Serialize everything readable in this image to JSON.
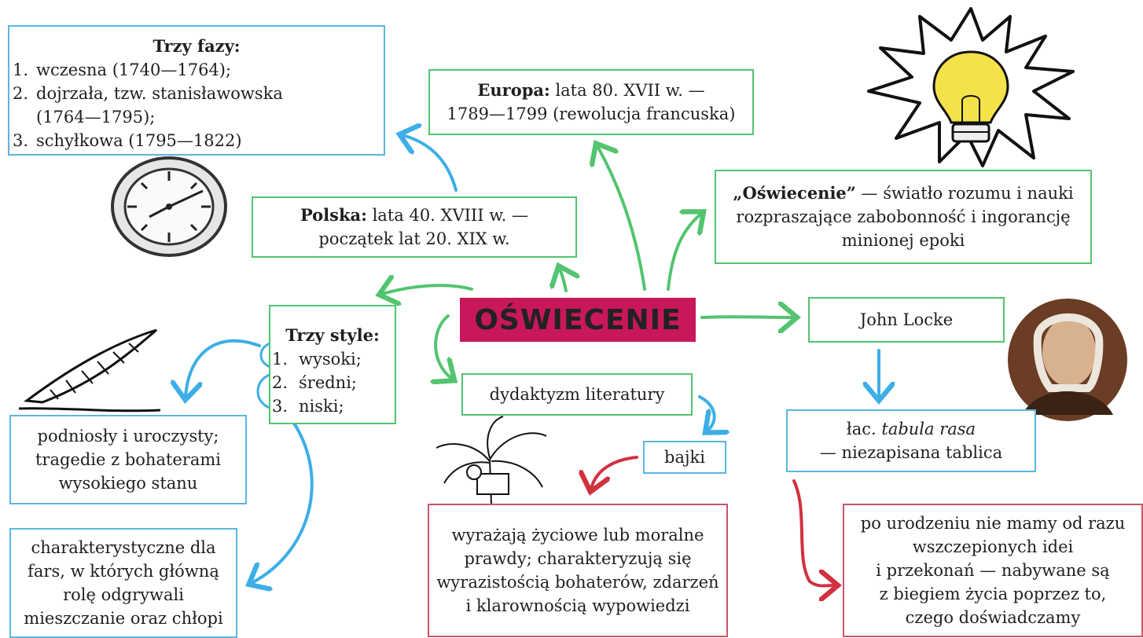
{
  "central": {
    "label": "OŚWIECENIE"
  },
  "phases": {
    "title": "Trzy fazy:",
    "items": [
      {
        "num": "1.",
        "lines": [
          "wczesna (1740—1764);"
        ]
      },
      {
        "num": "2.",
        "lines": [
          "dojrzała, tzw. stanisławowska",
          "(1764—1795);"
        ]
      },
      {
        "num": "3.",
        "lines": [
          "schyłkowa (1795—1822)"
        ]
      }
    ]
  },
  "europe": {
    "bold": "Europa:",
    "text1": " lata 80. XVII w. —",
    "text2": "1789—1799 (rewolucja francuska)"
  },
  "poland": {
    "bold": "Polska:",
    "text1": " lata 40. XVIII w. —",
    "text2": "początek lat 20. XIX w."
  },
  "definition": {
    "bold": "„Oświecenie”",
    "text1": " — światło rozumu i nauki",
    "text2": "rozpraszające zabobonność i ingorancję",
    "text3": "minionej epoki"
  },
  "styles": {
    "title": "Trzy style:",
    "items": [
      {
        "num": "1.",
        "label": "wysoki;"
      },
      {
        "num": "2.",
        "label": "średni;"
      },
      {
        "num": "3.",
        "label": "niski;"
      }
    ]
  },
  "high_style_desc": [
    "podniosły i uroczysty;",
    "tragedie z bohaterami",
    "wysokiego stanu"
  ],
  "low_style_desc": [
    "charakterystyczne dla",
    "fars, w których główną",
    "rolę odgrywali",
    "mieszczanie oraz chłopi"
  ],
  "didacticism": {
    "label": "dydaktyzm literatury"
  },
  "fables": {
    "label": "bajki"
  },
  "fables_desc": [
    "wyrażają życiowe lub moralne",
    "prawdy; charakteryzują się",
    "wyrazistością bohaterów, zdarzeń",
    "i klarownością wypowiedzi"
  ],
  "locke": {
    "label": "John Locke"
  },
  "tabula_rasa": {
    "prefix": "łac. ",
    "italic": "tabula rasa",
    "line2": "— niezapisana tablica"
  },
  "locke_desc": [
    "po urodzeniu nie mamy od razu",
    "wszczepionych idei",
    "i przekonań — nabywane są",
    "z biegiem życia poprzez to,",
    "czego doświadczamy"
  ],
  "colors": {
    "green": "#53c46f",
    "blue": "#5bb6e0",
    "red": "#d2303f",
    "central_bg": "#c8175a"
  },
  "icons": [
    "clock-icon",
    "lightbulb-icon",
    "quill-icon",
    "portrait-icon",
    "reader-tree-icon"
  ]
}
